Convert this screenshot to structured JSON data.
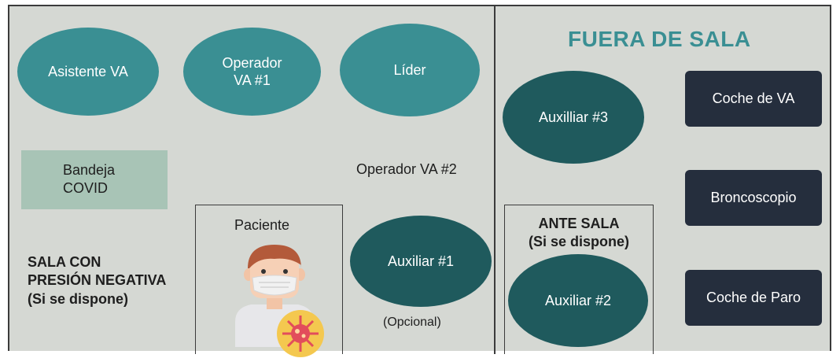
{
  "colors": {
    "teal": "#3a8f93",
    "dark_teal": "#1f5a5d",
    "navy": "#252e3d",
    "green_box": "#a8c4b6",
    "background": "#d5d8d3"
  },
  "inside": {
    "asistente": "Asistente VA",
    "operador1_line1": "Operador",
    "operador1_line2": "VA #1",
    "lider": "Líder",
    "bandeja_line1": "Bandeja",
    "bandeja_line2": "COVID",
    "operador2": "Operador VA #2",
    "paciente": "Paciente",
    "auxiliar1": "Auxiliar #1",
    "opcional": "(Opcional)",
    "sala_line1": "SALA CON",
    "sala_line2": "PRESIÓN NEGATIVA",
    "sala_line3": "(Si se dispone)"
  },
  "outside": {
    "title": "FUERA DE SALA",
    "auxiliar3": "Auxilliar #3",
    "auxiliar2": "Auxiliar #2",
    "ante_line1": "ANTE SALA",
    "ante_line2": "(Si se dispone)",
    "coche_va": "Coche de VA",
    "broncoscopio": "Broncoscopio",
    "coche_paro": "Coche de Paro"
  }
}
